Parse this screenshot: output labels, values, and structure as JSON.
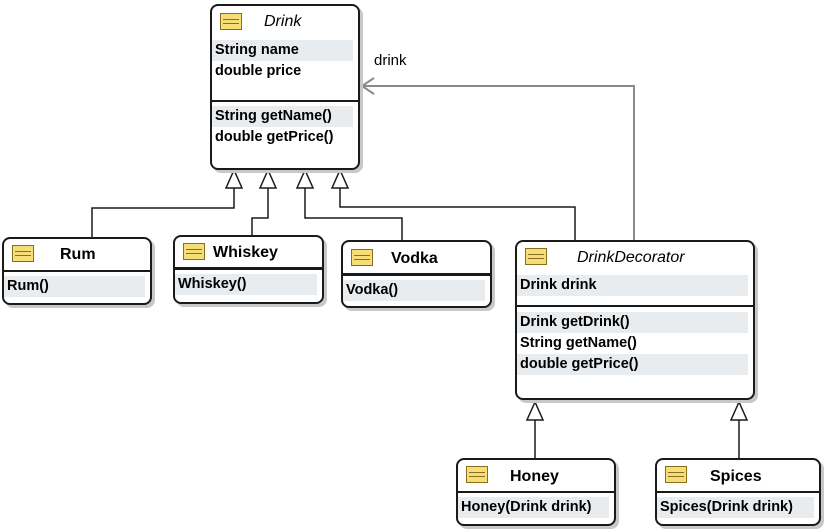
{
  "diagram": {
    "classes": {
      "drink": {
        "name": "Drink",
        "attributes": [
          "String name",
          "double price"
        ],
        "methods": [
          "String getName()",
          "double getPrice()"
        ]
      },
      "rum": {
        "name": "Rum",
        "methods": [
          "Rum()"
        ]
      },
      "whiskey": {
        "name": "Whiskey",
        "methods": [
          "Whiskey()"
        ]
      },
      "vodka": {
        "name": "Vodka",
        "methods": [
          "Vodka()"
        ]
      },
      "drink_decorator": {
        "name": "DrinkDecorator",
        "attributes": [
          "Drink drink"
        ],
        "methods": [
          "Drink getDrink()",
          "String getName()",
          "double getPrice()"
        ]
      },
      "honey": {
        "name": "Honey",
        "methods": [
          "Honey(Drink drink)"
        ]
      },
      "spices": {
        "name": "Spices",
        "methods": [
          "Spices(Drink drink)"
        ]
      }
    },
    "association_label": "drink",
    "relationships": [
      {
        "from": "Rum",
        "to": "Drink",
        "kind": "generalization"
      },
      {
        "from": "Whiskey",
        "to": "Drink",
        "kind": "generalization"
      },
      {
        "from": "Vodka",
        "to": "Drink",
        "kind": "generalization"
      },
      {
        "from": "DrinkDecorator",
        "to": "Drink",
        "kind": "generalization"
      },
      {
        "from": "DrinkDecorator",
        "to": "Drink",
        "kind": "association"
      },
      {
        "from": "Honey",
        "to": "DrinkDecorator",
        "kind": "generalization"
      },
      {
        "from": "Spices",
        "to": "DrinkDecorator",
        "kind": "generalization"
      }
    ],
    "colors": {
      "class_icon": "#f5dd78",
      "row_shade": "#e9ecef",
      "association_line": "#8a8a8a"
    }
  }
}
